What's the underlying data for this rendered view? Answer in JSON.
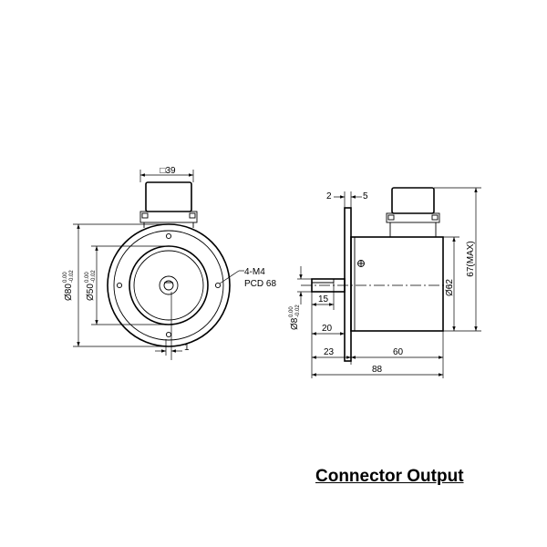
{
  "front_view": {
    "connector_width": "□39",
    "outer_dia": "Ø80",
    "outer_tol_upper": "0.00",
    "outer_tol_lower": "-0.02",
    "pilot_dia": "Ø50",
    "pilot_tol_upper": "0.00",
    "pilot_tol_lower": "-0.02",
    "holes": "4-M4",
    "pcd": "PCD  68",
    "offset": "1"
  },
  "side_view": {
    "flange_left": "2",
    "flange_right": "5",
    "height_max": "67(MAX)",
    "body_dia": "Ø62",
    "shaft_dia": "Ø8",
    "shaft_tol_upper": "0.00",
    "shaft_tol_lower": "-0.02",
    "flat_len": "15",
    "shaft_len": "20",
    "front_len": "23",
    "body_len": "60",
    "total_len": "88"
  },
  "caption": "Connector Output"
}
